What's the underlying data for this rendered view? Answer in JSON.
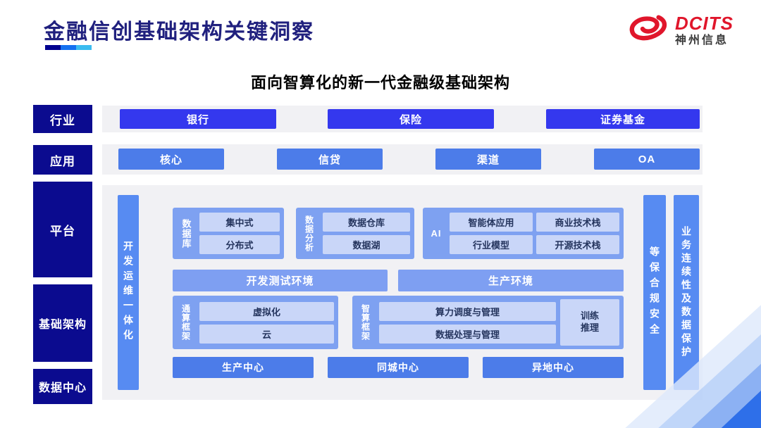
{
  "header": {
    "title": "金融信创基础架构关键洞察",
    "logo": {
      "brand": "DCITS",
      "company": "神州信息"
    }
  },
  "subtitle": "面向智算化的新一代金融级基础架构",
  "left_labels": {
    "industry": "行业",
    "application": "应用",
    "platform": "平台",
    "infrastructure": "基础架构",
    "datacenter": "数据中心"
  },
  "industry": {
    "items": [
      "银行",
      "保险",
      "证券基金"
    ]
  },
  "application": {
    "items": [
      "核心",
      "信贷",
      "渠道",
      "OA"
    ]
  },
  "platform": {
    "devops_bar": "开发运维一体化",
    "database": {
      "label": "数据库",
      "items": [
        "集中式",
        "分布式"
      ]
    },
    "analytics": {
      "label": "数据分析",
      "items": [
        "数据仓库",
        "数据湖"
      ]
    },
    "ai": {
      "label": "AI",
      "items": [
        "智能体应用",
        "商业技术栈",
        "行业模型",
        "开源技术栈"
      ]
    },
    "environments": [
      "开发测试环境",
      "生产环境"
    ],
    "general_compute": {
      "label": "通算框架",
      "items": [
        "虚拟化",
        "云"
      ]
    },
    "intelligent_compute": {
      "label": "智算框架",
      "items": [
        "算力调度与管理",
        "数据处理与管理"
      ],
      "side_box": "训练\n推理"
    },
    "centers": [
      "生产中心",
      "同城中心",
      "异地中心"
    ],
    "security_bar": "等保合规安全",
    "continuity_bar": "业务连续性及数据保护"
  },
  "colors": {
    "navy_label": "#0B0B8F",
    "vivid_blue": "#3438EE",
    "medium_blue": "#4C7CE9",
    "bar_blue": "#578BF2",
    "group_blue": "#7EA1F1",
    "env_blue": "#7E9FF2",
    "light_item": "#C9D6F8",
    "panel_gray": "#F1F1F4",
    "title_navy": "#20207E",
    "logo_red": "#E0162B",
    "underline": [
      "#00008F",
      "#1470F0",
      "#3BBCF0"
    ]
  }
}
